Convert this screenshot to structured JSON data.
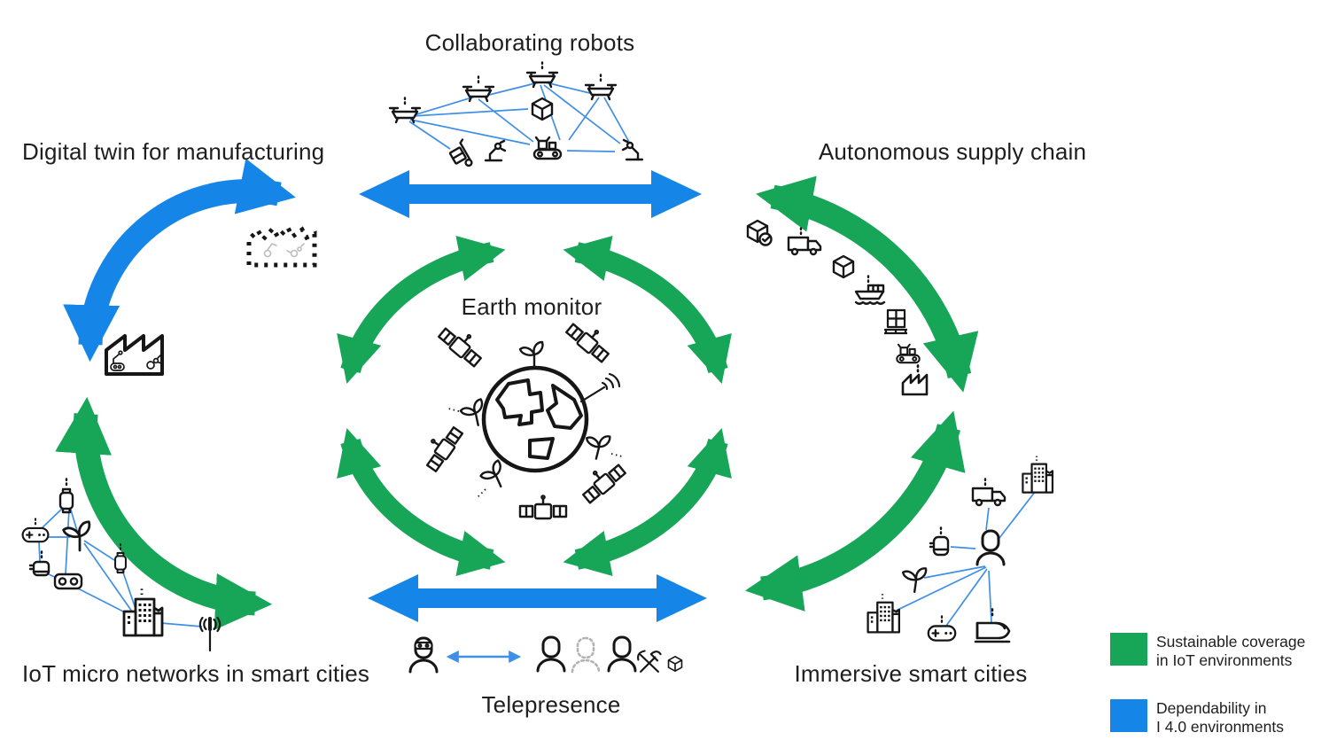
{
  "diagram_title": "IoT / Industry 4.0 scenarios diagram",
  "labels": {
    "collaborating_robots": "Collaborating robots",
    "digital_twin": "Digital twin for manufacturing",
    "autonomous_supply_chain": "Autonomous supply chain",
    "earth_monitor": "Earth monitor",
    "iot_micro_networks": "IoT micro networks in smart cities",
    "immersive_smart_cities": "Immersive smart cities",
    "telepresence": "Telepresence"
  },
  "legend": {
    "items": [
      {
        "id": "sustainable-coverage",
        "color": "#17a558",
        "lines": [
          "Sustainable coverage",
          "in IoT environments"
        ]
      },
      {
        "id": "dependability",
        "color": "#1586e8",
        "lines": [
          "Dependability in",
          "I 4.0 environments"
        ]
      }
    ]
  },
  "colors": {
    "green": "#17a558",
    "blue": "#1586e8",
    "link_blue": "#3f8fe6",
    "icon_ink": "#161616",
    "ghost_gray": "#b3b3b3",
    "text": "#1e1e1e",
    "background": "#ffffff"
  },
  "clusters": {
    "collaborating_robots": {
      "icons": [
        "drone",
        "drone",
        "drone",
        "drone",
        "package-box",
        "hand-truck",
        "robot-arm",
        "conveyor-robot",
        "robot-arm"
      ]
    },
    "digital_twin": {
      "icons": [
        "digital-twin-dotted-factory",
        "factory"
      ]
    },
    "autonomous_supply_chain": {
      "icons": [
        "package-check",
        "truck",
        "package-box",
        "cargo-ship",
        "pallet",
        "conveyor-robot",
        "factory"
      ]
    },
    "earth_monitor": {
      "icons": [
        "globe",
        "satellite",
        "satellite",
        "satellite",
        "satellite",
        "satellite",
        "signal-beam",
        "sprout",
        "sprout",
        "sprout",
        "sprout"
      ]
    },
    "iot_micro_networks": {
      "icons": [
        "smartwatch",
        "game-controller",
        "sprout",
        "smart-speaker",
        "vr-goggles",
        "smartwatch",
        "city-building",
        "radio-antenna"
      ]
    },
    "immersive_smart_cities": {
      "icons": [
        "delivery-truck",
        "city-building",
        "wearable-device",
        "person",
        "sprout",
        "city-building",
        "game-controller",
        "train"
      ]
    },
    "telepresence": {
      "icons": [
        "person-vr",
        "person",
        "person-ghost",
        "person",
        "work-tools",
        "package-box"
      ]
    }
  },
  "arrows": {
    "ring": "sustainable-coverage-ring",
    "blue_top": "dependability-link-top",
    "blue_bottom": "dependability-link-bottom",
    "blue_curved_left": "dependability-link-digital-twin",
    "green_curved_right_top": "sustainable-link-supply-chain",
    "green_curved_left_bottom": "sustainable-link-iot-networks",
    "green_curved_right_bottom": "sustainable-link-immersive-cities"
  }
}
